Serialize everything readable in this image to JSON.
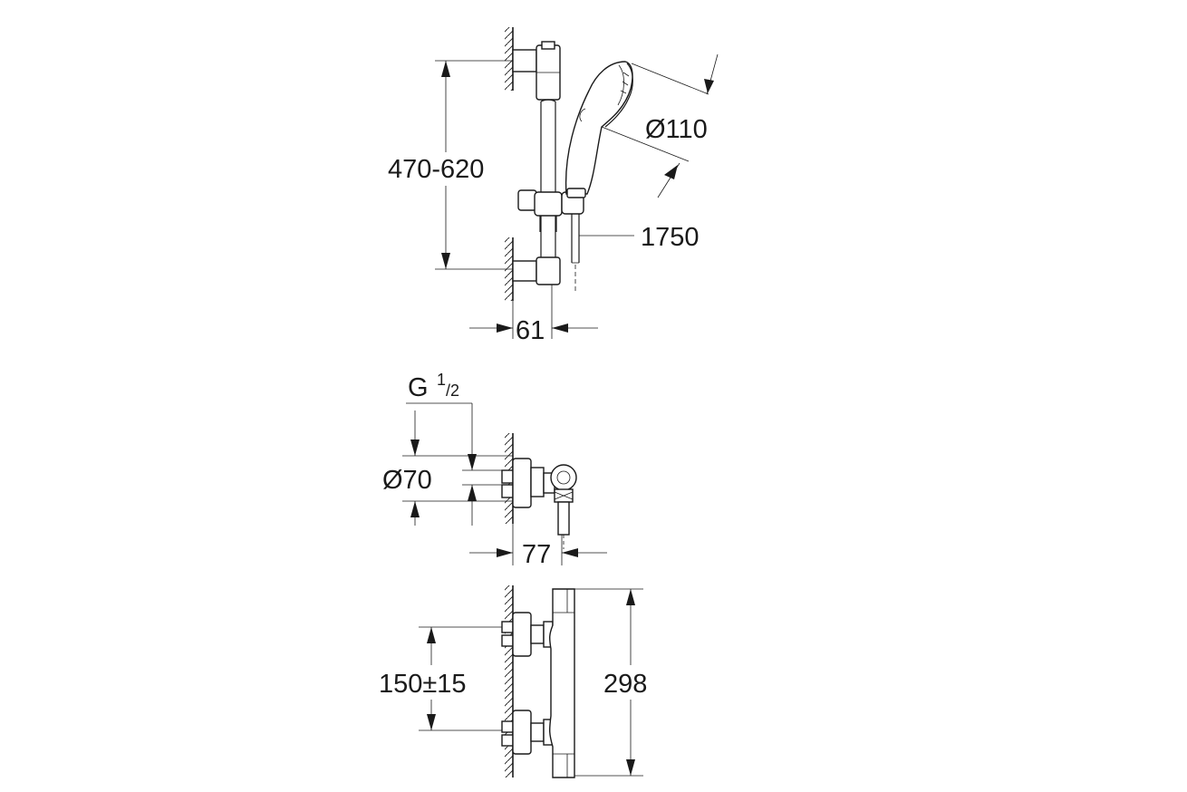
{
  "shower_set": {
    "height_range": "470-620",
    "head_diameter": "Ø110",
    "hose_length": "1750",
    "bar_projection": "61"
  },
  "connection": {
    "thread_prefix": "G",
    "thread_num": "1",
    "thread_den": "/2",
    "rosette_diameter": "Ø70",
    "projection": "77"
  },
  "thermostat": {
    "center_distance": "150±15",
    "body_length": "298"
  }
}
